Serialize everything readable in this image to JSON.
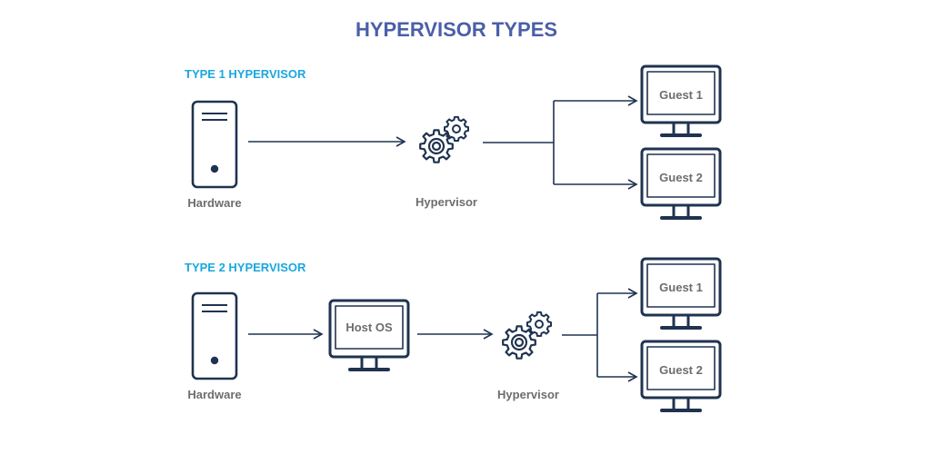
{
  "title": "HYPERVISOR TYPES",
  "colors": {
    "title": "#4a5fa8",
    "section": "#1aa7df",
    "line": "#1f3350",
    "label": "#6d6d6d"
  },
  "icons": [
    "server-tower-icon",
    "monitor-icon",
    "gears-icon",
    "arrow-icon"
  ],
  "type1": {
    "heading": "TYPE 1 HYPERVISOR",
    "hardware_label": "Hardware",
    "hypervisor_label": "Hypervisor",
    "guests": [
      "Guest 1",
      "Guest 2"
    ]
  },
  "type2": {
    "heading": "TYPE 2 HYPERVISOR",
    "hardware_label": "Hardware",
    "host_label": "Host OS",
    "hypervisor_label": "Hypervisor",
    "guests": [
      "Guest 1",
      "Guest 2"
    ]
  }
}
